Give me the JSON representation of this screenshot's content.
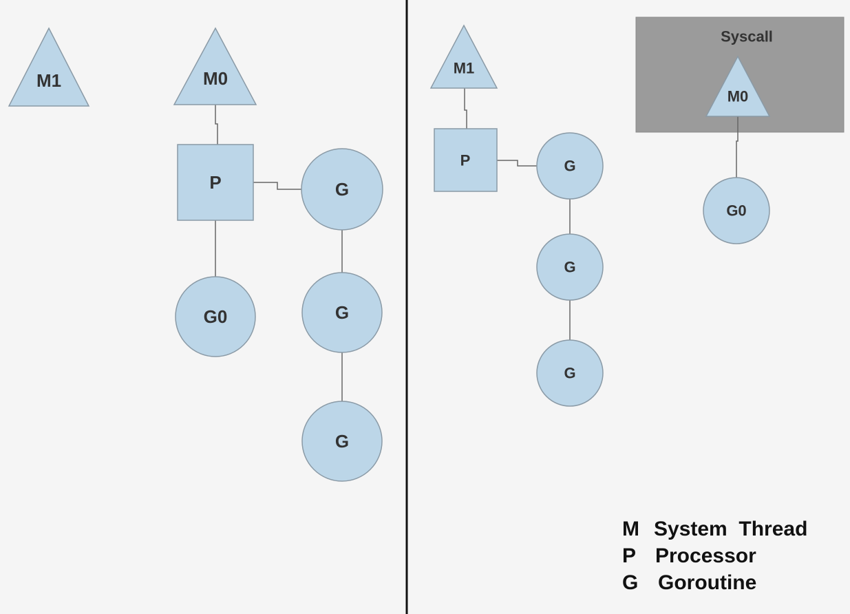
{
  "colors": {
    "node_fill": "#bcd6e8",
    "node_stroke": "#8a9aa6",
    "edge": "#666666",
    "divider": "#111111",
    "syscall_box": "#9b9b9b",
    "background": "#f5f5f5"
  },
  "left_panel": {
    "m1": "M1",
    "m0": "M0",
    "p": "P",
    "g0": "G0",
    "queue": [
      "G",
      "G",
      "G"
    ]
  },
  "right_panel": {
    "m1": "M1",
    "p": "P",
    "queue": [
      "G",
      "G",
      "G"
    ],
    "syscall_label": "Syscall",
    "m0": "M0",
    "g0": "G0"
  },
  "legend": [
    {
      "key": "M",
      "text": "System  Thread"
    },
    {
      "key": "P",
      "text": "Processor"
    },
    {
      "key": "G",
      "text": "Goroutine"
    }
  ]
}
